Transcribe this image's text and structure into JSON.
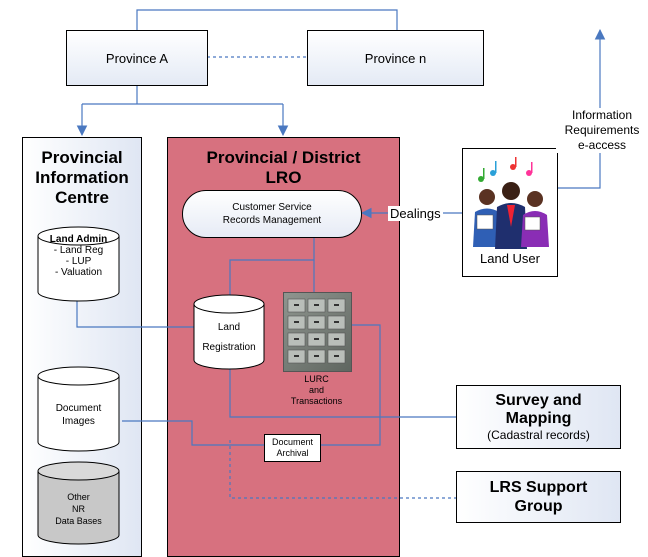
{
  "province_a": "Province A",
  "province_n": "Province n",
  "pic": {
    "title_lines": [
      "Provincial",
      "Information",
      "Centre"
    ]
  },
  "lro": {
    "title_lines": [
      "Provincial / District",
      "LRO"
    ]
  },
  "csrm": {
    "lines": [
      "Customer Service",
      "Records Management"
    ]
  },
  "land_admin": {
    "title": "Land Admin",
    "items": [
      "- Land Reg",
      "- LUP",
      "- Valuation"
    ]
  },
  "land_registration": {
    "lines": [
      "Land",
      "Registration"
    ]
  },
  "lurc": {
    "lines": [
      "LURC",
      "and",
      "Transactions"
    ]
  },
  "document_images": {
    "lines": [
      "Document",
      "Images"
    ]
  },
  "other_nr": {
    "lines": [
      "Other",
      "NR",
      "Data Bases"
    ]
  },
  "document_archival": {
    "lines": [
      "Document",
      "Archival"
    ]
  },
  "dealings": "Dealings",
  "land_user": "Land User",
  "info_req": {
    "lines": [
      "Information",
      "Requirements",
      "e-access"
    ]
  },
  "survey": {
    "title_lines": [
      "Survey and",
      "Mapping"
    ],
    "subtitle": "(Cadastral records)"
  },
  "lrs": {
    "title_lines": [
      "LRS Support",
      "Group"
    ]
  },
  "colors": {
    "connector": "#4a78c0",
    "lro_fill": "#d7717f",
    "panel_fill": "#dfe6f3"
  }
}
